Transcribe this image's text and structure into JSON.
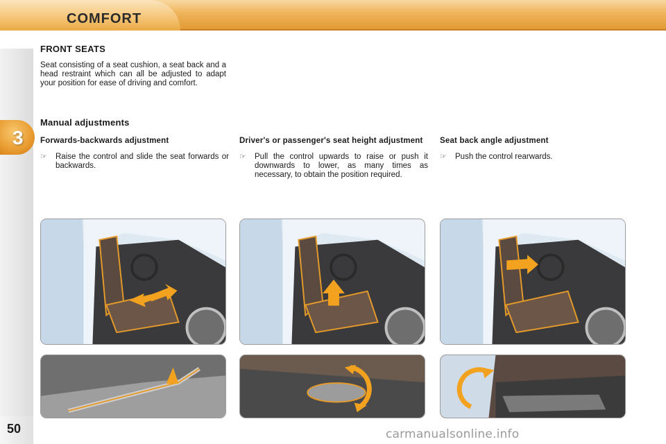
{
  "header": {
    "title": "COMFORT"
  },
  "chapter": {
    "number": "3",
    "page_number": "50"
  },
  "front_seats": {
    "heading": "FRONT SEATS",
    "intro": "Seat consisting of a seat cushion, a seat back and a head restraint which can all be adjusted to adapt your position for ease of driving and comfort."
  },
  "manual": {
    "heading": "Manual adjustments",
    "columns": [
      {
        "title": "Forwards-backwards adjustment",
        "bullet_icon": "hand-pointer-icon",
        "text": "Raise the control and slide the seat forwards or backwards."
      },
      {
        "title": "Driver's or passenger's seat height adjustment",
        "bullet_icon": "hand-pointer-icon",
        "text": "Pull the control upwards to raise or push it downwards to lower, as many times as necessary, to obtain the position required."
      },
      {
        "title": "Seat back angle adjustment",
        "bullet_icon": "hand-pointer-icon",
        "text": "Push the control rearwards."
      }
    ]
  },
  "colors": {
    "header_orange": "#eaa945",
    "arrow_orange": "#f2a21f",
    "car_body": "#cfe0ee"
  },
  "watermark": "carmanualsonline.info"
}
